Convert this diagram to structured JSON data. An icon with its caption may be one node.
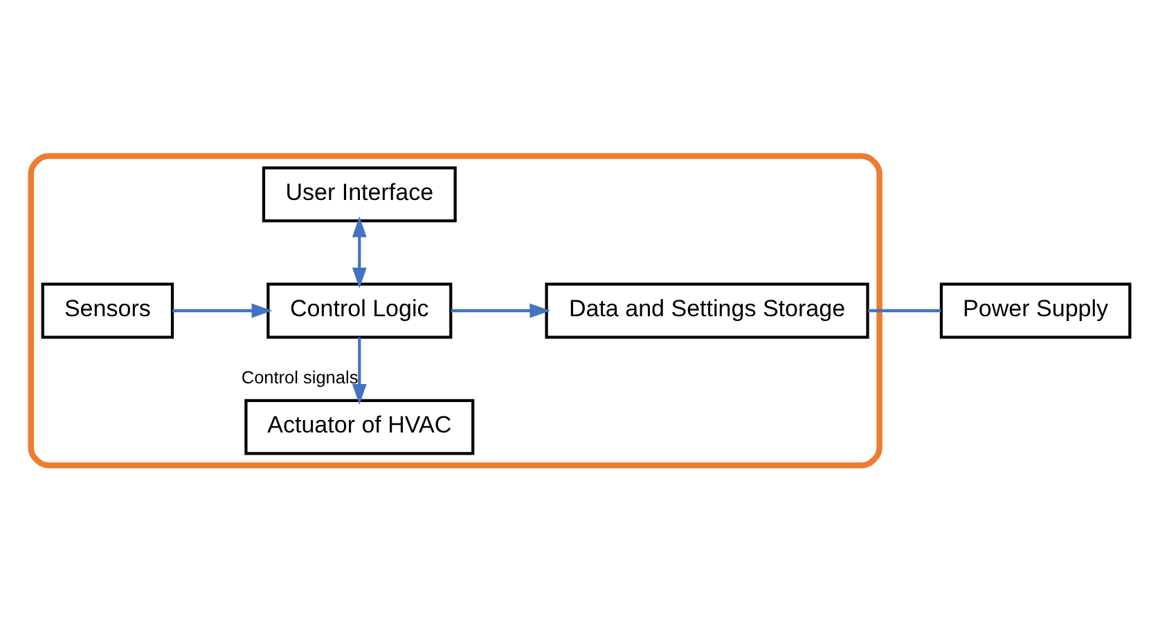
{
  "diagram": {
    "nodes": [
      {
        "text": [],
        "shape": "box"
      },
      {
        "text": [
          "Actuator of HVAC"
        ],
        "in": 0
      },
      {
        "text": [
          "Sensors"
        ],
        "in": 0
      },
      {
        "text": [
          "Control Logic"
        ],
        "in": 0
      },
      {
        "text": [
          "Data and Settings Storage"
        ],
        "in": 0
      },
      {
        "text": [
          "Power Supply"
        ]
      },
      {
        "text": [
          "User Interface"
        ],
        "in": 0
      }
    ],
    "edges": [
      {
        "from": 2,
        "to": 3,
        "arrow": "to"
      },
      {
        "from": 3,
        "to": 1,
        "arrow": "to",
        "label": "Control signals"
      },
      {
        "from": 3,
        "to": 6,
        "arrow": "both"
      },
      {
        "from": 3,
        "to": 4,
        "arrow": "to"
      },
      {
        "from": 4,
        "to": 5,
        "arrow": "none"
      }
    ]
  }
}
